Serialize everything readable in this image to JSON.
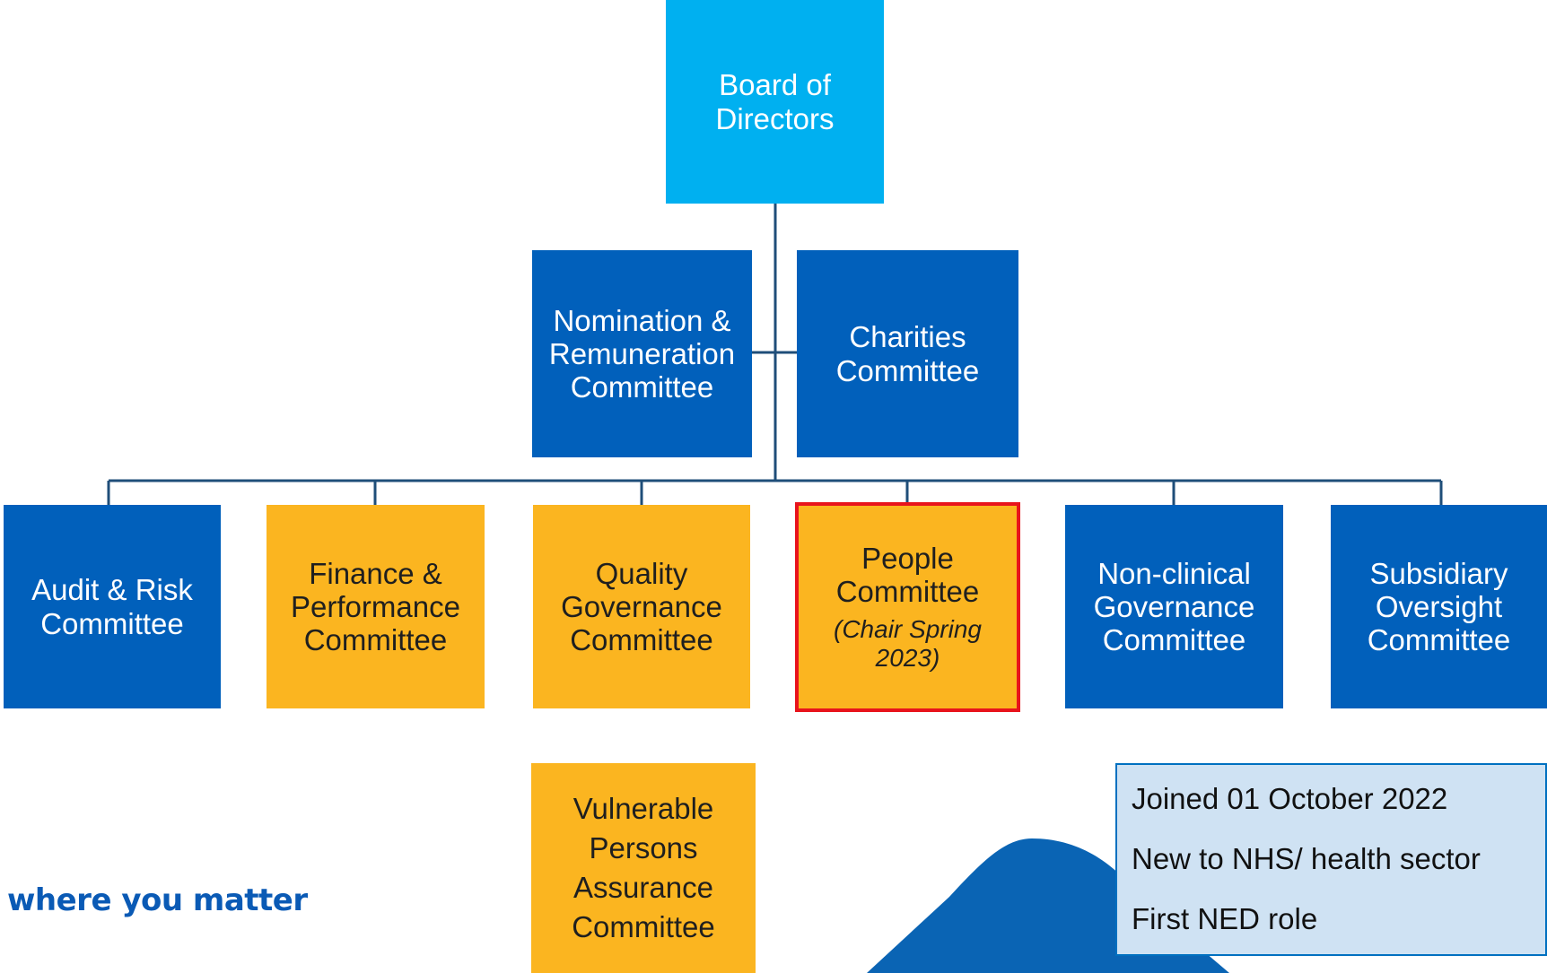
{
  "org_chart": {
    "top": {
      "lines": [
        "Board of",
        "Directors"
      ]
    },
    "upper_committees": [
      {
        "lines": [
          "Nomination &",
          "Remuneration",
          "Committee"
        ]
      },
      {
        "lines": [
          "Charities",
          "Committee"
        ]
      }
    ],
    "committees": [
      {
        "lines": [
          "Audit & Risk",
          "Committee"
        ]
      },
      {
        "lines": [
          "Finance &",
          "Performance",
          "Committee"
        ]
      },
      {
        "lines": [
          "Quality",
          "Governance",
          "Committee"
        ]
      },
      {
        "lines": [
          "People",
          "Committee"
        ],
        "note": [
          "(Chair Spring",
          "2023)"
        ]
      },
      {
        "lines": [
          "Non-clinical",
          "Governance",
          "Committee"
        ]
      },
      {
        "lines": [
          "Subsidiary",
          "Oversight",
          "Committee"
        ]
      }
    ],
    "sub_committee": {
      "lines": [
        "Vulnerable",
        "Persons",
        "Assurance",
        "Committee"
      ]
    }
  },
  "info_panel": {
    "items": [
      "Joined 01 October 2022",
      "New to NHS/ health sector",
      "First NED role"
    ]
  },
  "tagline": "where you matter",
  "colors": {
    "board": "#00b0f0",
    "committee_blue": "#0160bb",
    "committee_amber": "#fbb520",
    "highlight_border": "#e8141c",
    "connector": "#1f4e79",
    "info_bg": "#cfe2f3",
    "decor_shape": "#0a64b4"
  }
}
